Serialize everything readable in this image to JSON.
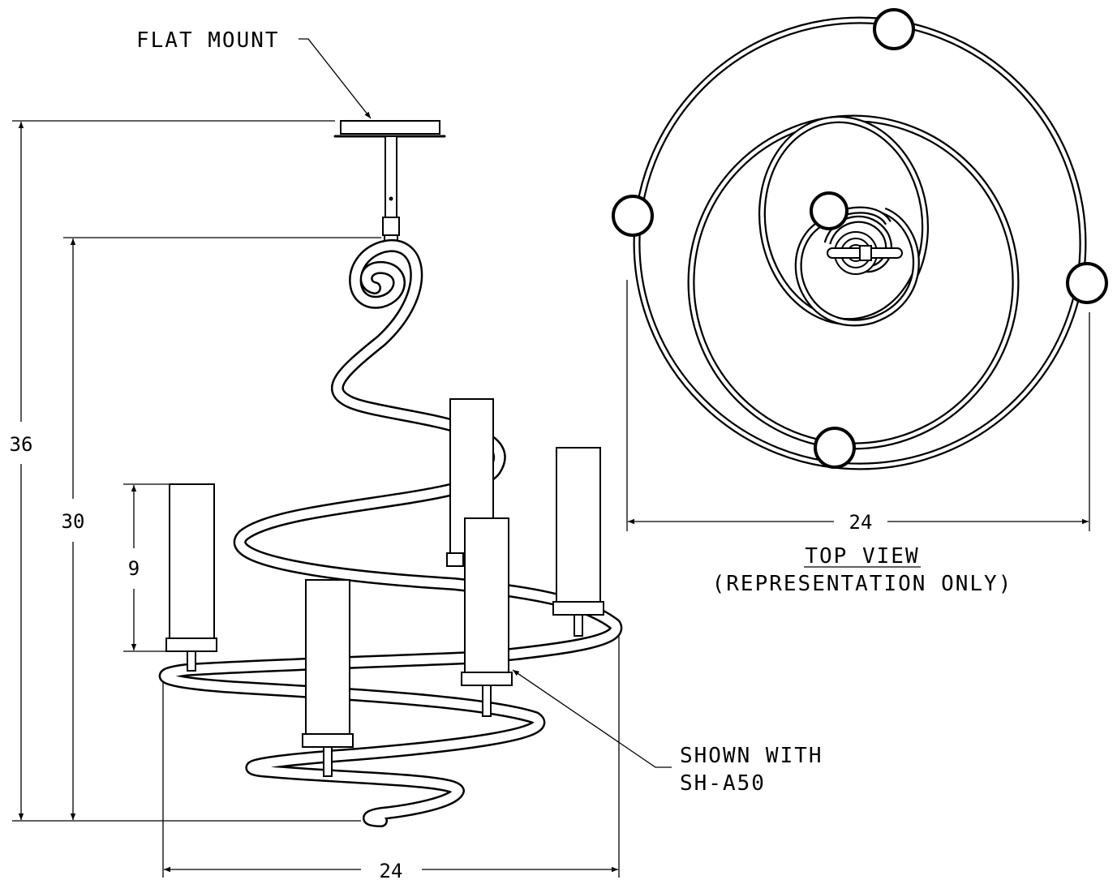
{
  "labels": {
    "flat_mount": "FLAT MOUNT",
    "shown_with_1": "SHOWN WITH",
    "shown_with_2": "SH-A50",
    "top_view": "TOP VIEW",
    "representation": "(REPRESENTATION ONLY)"
  },
  "dimensions": {
    "overall_height": "36",
    "body_height": "30",
    "shade_height": "9",
    "side_width": "24",
    "top_width": "24"
  },
  "colors": {
    "line": "#000000",
    "background": "#ffffff"
  }
}
